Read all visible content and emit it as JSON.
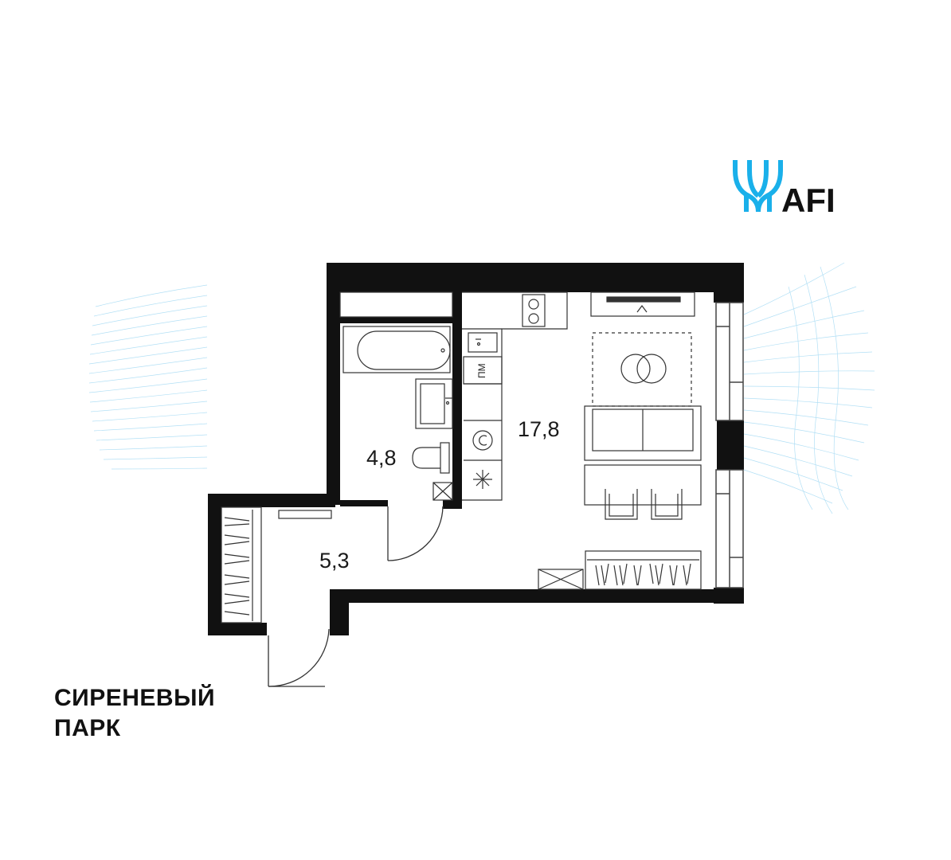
{
  "brand": {
    "logo_text": "AFI",
    "accent_color": "#1ab0ea"
  },
  "project": {
    "line1": "СИРЕНЕВЫЙ",
    "line2": "ПАРК"
  },
  "rooms": {
    "living": {
      "area": "17,8"
    },
    "bathroom": {
      "area": "4,8"
    },
    "hallway": {
      "area": "5,3"
    }
  },
  "fixtures": {
    "dishwasher_label": "ПМ"
  }
}
